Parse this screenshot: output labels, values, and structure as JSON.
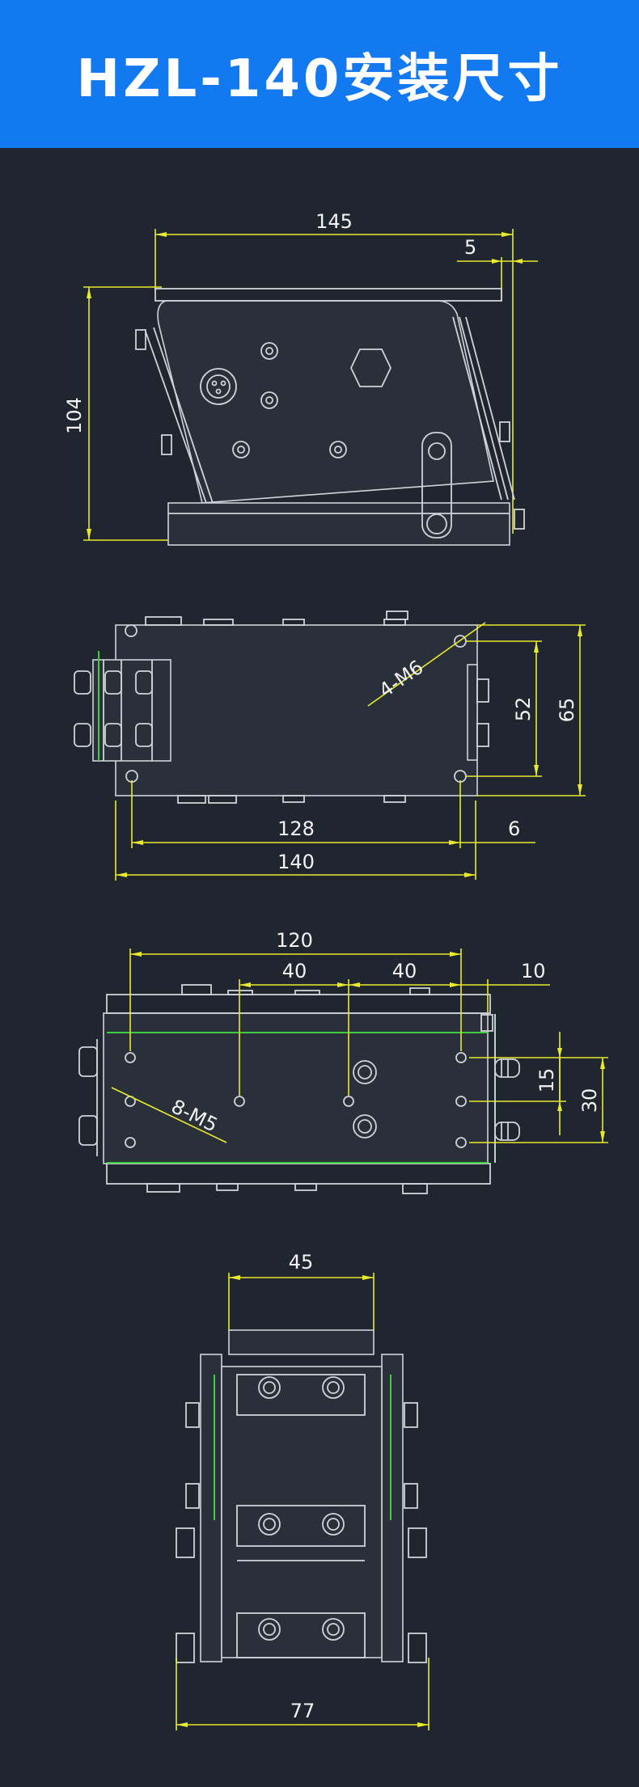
{
  "header": {
    "title": "HZL-140安装尺寸",
    "background": "#1379f0"
  },
  "colors": {
    "background": "#20262f",
    "dimension_line": "#e8ea2e",
    "part_outline": "#d0d3d8",
    "highlight_edge": "#3fcc3f"
  },
  "side_view": {
    "width_label": "145",
    "offset_label": "5",
    "height_label": "104"
  },
  "top_view": {
    "hole_label": "4-M6",
    "hole_pitch_y_label": "52",
    "depth_label": "65",
    "hole_pitch_x_label": "128",
    "edge_offset_label": "6",
    "length_label": "140"
  },
  "bottom_view": {
    "span_label": "120",
    "pitch_1_label": "40",
    "pitch_2_label": "40",
    "edge_label": "10",
    "hole_label": "8-M5",
    "row_pitch_label": "15",
    "span_y_label": "30"
  },
  "front_view": {
    "top_width_label": "45",
    "base_width_label": "77"
  }
}
